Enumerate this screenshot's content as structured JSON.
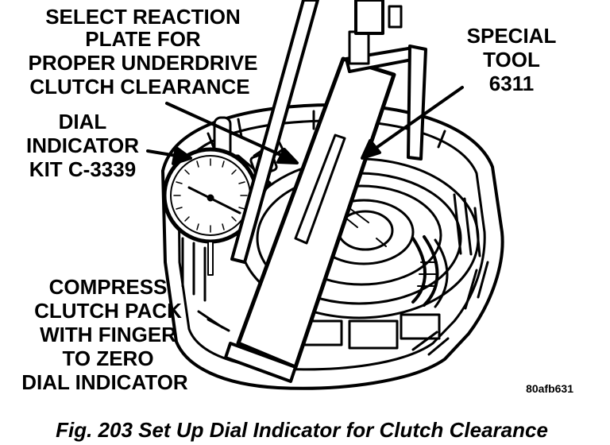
{
  "figure": {
    "caption": "Fig. 203 Set Up Dial Indicator for Clutch Clearance",
    "reference_code": "80afb631"
  },
  "callouts": {
    "reaction_plate": [
      "SELECT REACTION",
      "PLATE FOR",
      "PROPER UNDERDRIVE",
      "CLUTCH CLEARANCE"
    ],
    "special_tool": [
      "SPECIAL",
      "TOOL",
      "6311"
    ],
    "dial_indicator": [
      "DIAL",
      "INDICATOR",
      "KIT C-3339"
    ],
    "compress": [
      "COMPRESS",
      "CLUTCH PACK",
      "WITH FINGER",
      "TO ZERO",
      "DIAL INDICATOR"
    ]
  },
  "colors": {
    "ink": "#000000",
    "paper": "#ffffff"
  }
}
